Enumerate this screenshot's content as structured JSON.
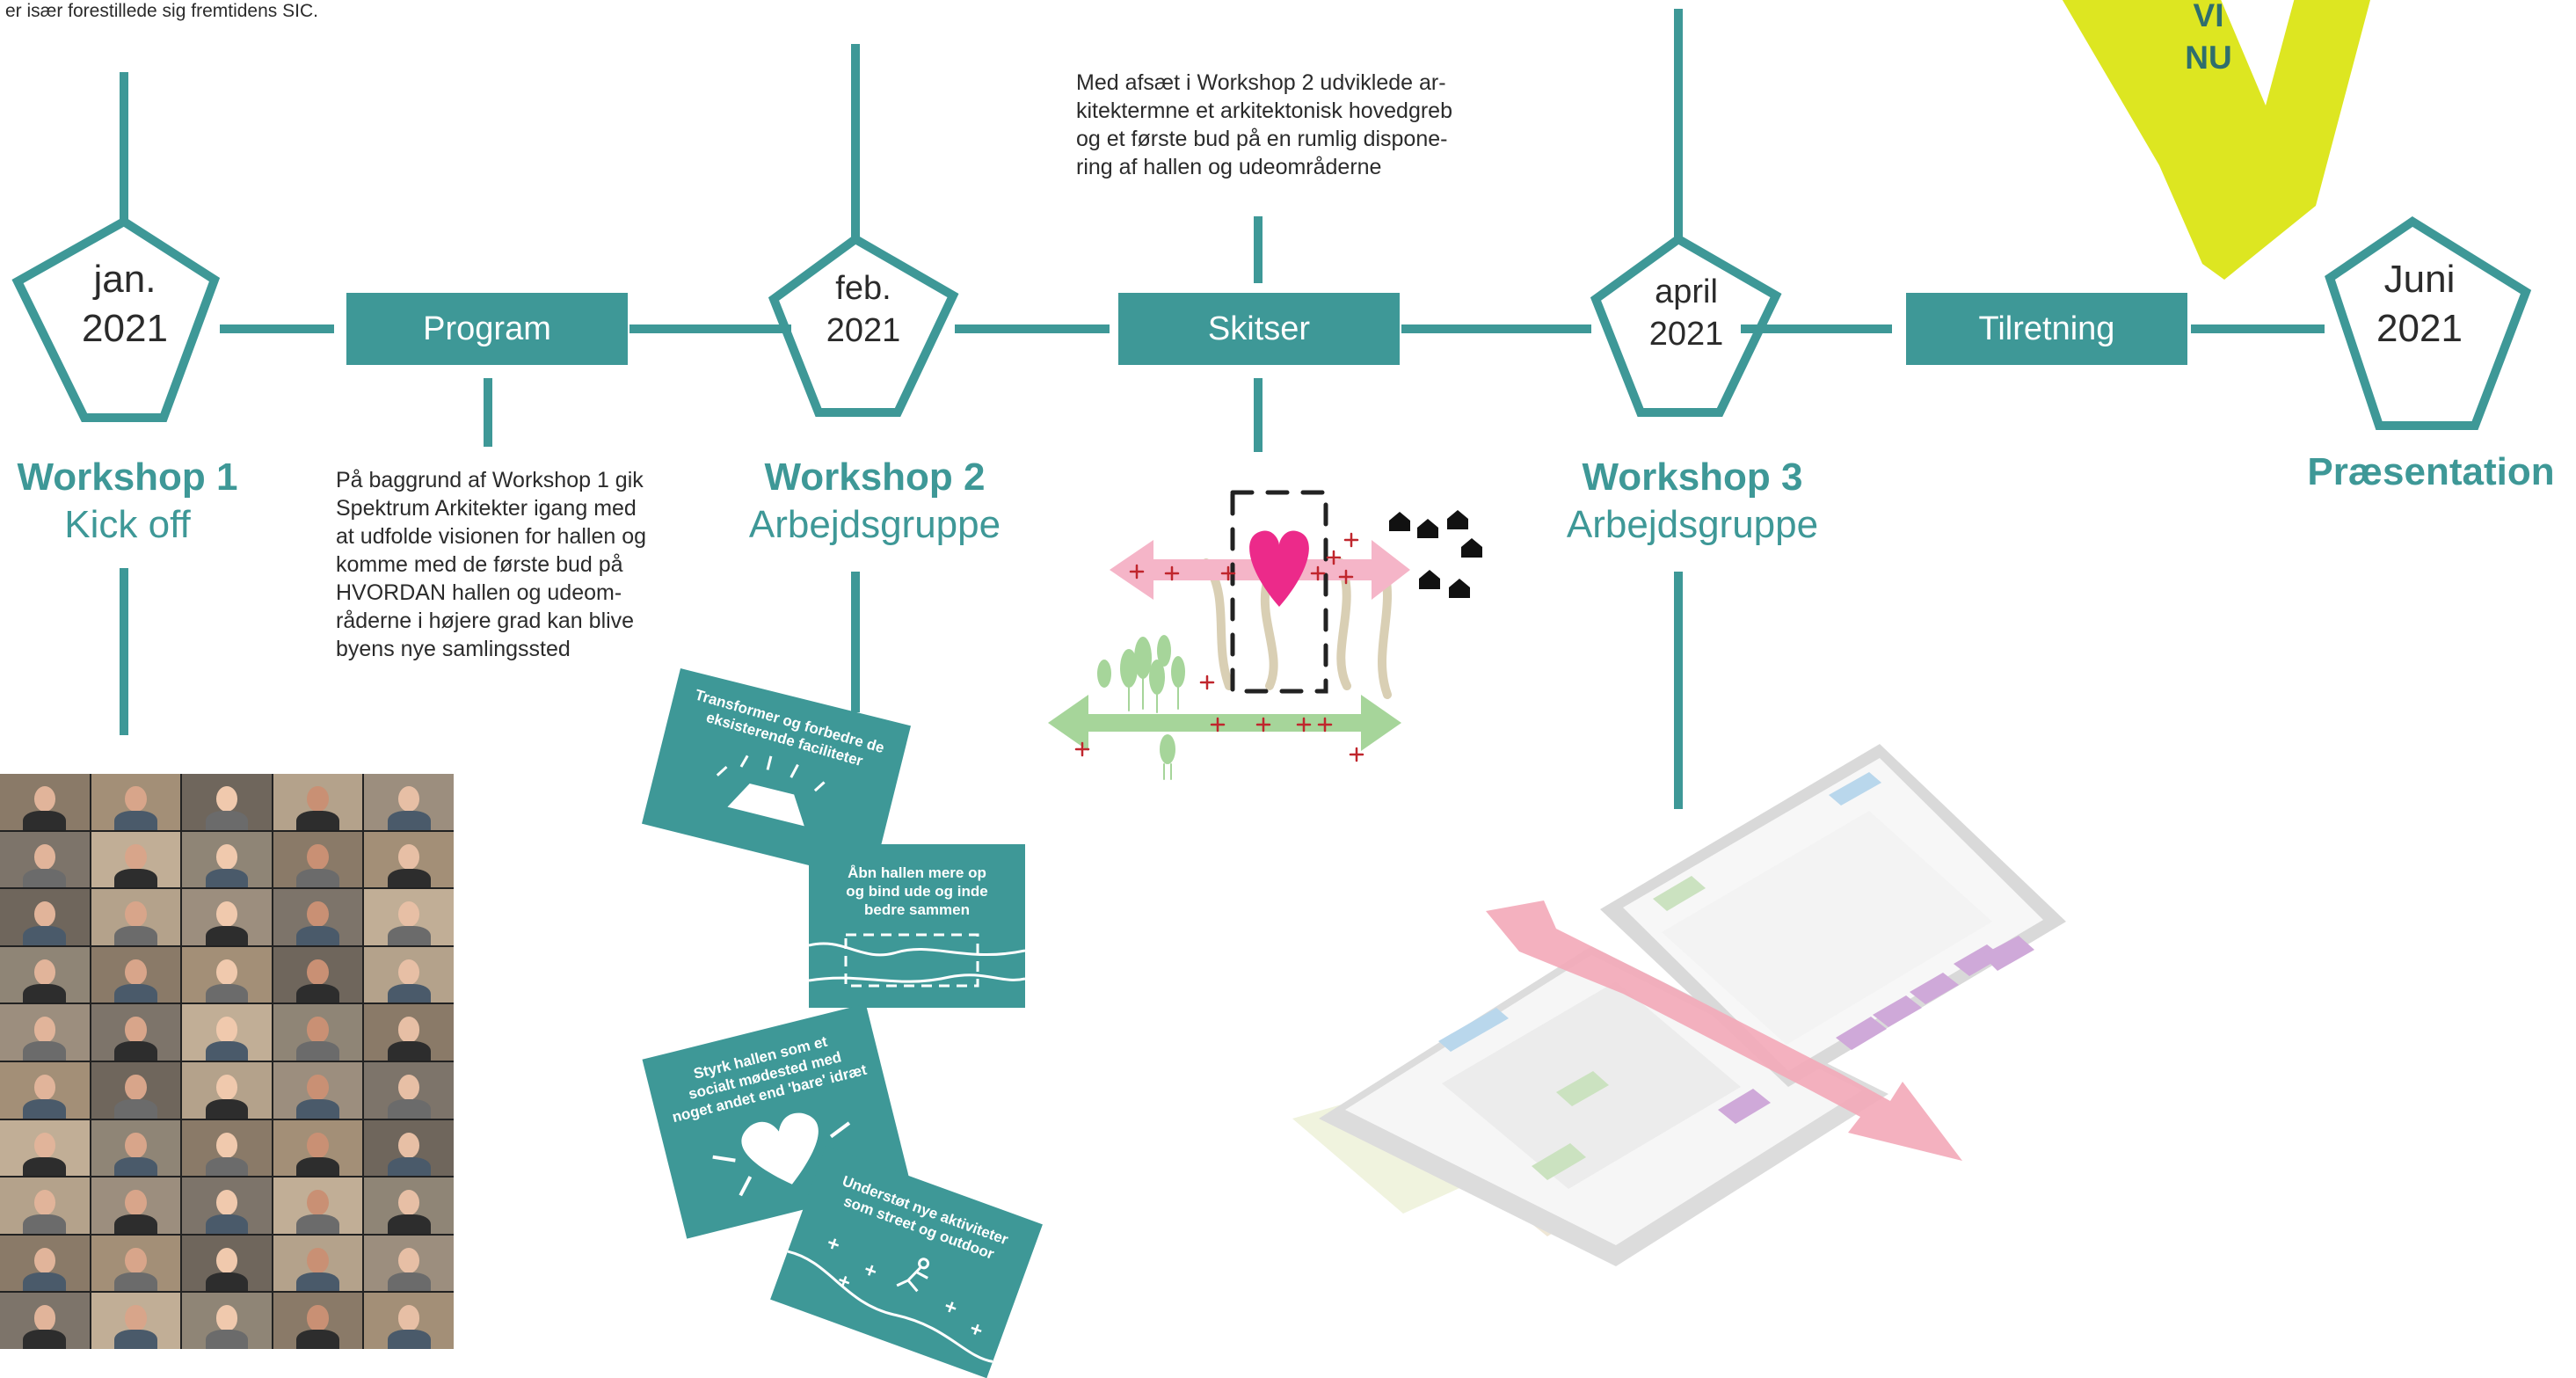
{
  "intro_text": "er især forestillede sig fremtidens SIC.",
  "colors": {
    "teal": "#3e9897",
    "arrow_yellow": "#dde621",
    "heart_pink": "#ec2a8a",
    "arrow_pink": "#f5b5c8",
    "arrow_green": "#a6d59a",
    "plus_red": "#c0262d",
    "black": "#000000"
  },
  "timeline": {
    "milestones": [
      {
        "month": "jan.",
        "year": "2021",
        "title": "Workshop 1",
        "subtitle": "Kick off"
      },
      {
        "month": "feb.",
        "year": "2021",
        "title": "Workshop 2",
        "subtitle": "Arbejdsgruppe"
      },
      {
        "month": "april",
        "year": "2021",
        "title": "Workshop 3",
        "subtitle": "Arbejdsgruppe"
      },
      {
        "month": "Juni",
        "year": "2021",
        "title": "Præsentation",
        "subtitle": ""
      }
    ],
    "phases": [
      {
        "label": "Program"
      },
      {
        "label": "Skitser"
      },
      {
        "label": "Tilretning"
      }
    ],
    "now_marker": [
      "VI",
      "NU"
    ]
  },
  "descriptions": {
    "program": [
      "På baggrund af Workshop 1 gik",
      "Spektrum Arkitekter igang med",
      "at udfolde visionen for hallen og",
      "komme med de første bud på",
      "HVORDAN hallen og udeom-",
      "råderne i højere grad kan blive",
      "byens nye samlingssted"
    ],
    "skitser": [
      "Med afsæt i Workshop 2 udviklede ar-",
      "kitektermne et arkitektonisk hovedgreb",
      "og et første bud på en rumlig dispone-",
      "ring af hallen og udeområderne"
    ]
  },
  "cards": [
    {
      "lines": [
        "Transformer og forbedre de",
        "eksisterende faciliteter"
      ]
    },
    {
      "lines": [
        "Åbn hallen mere op",
        "og bind ude og inde",
        "bedre sammen"
      ]
    },
    {
      "lines": [
        "Styrk hallen som et",
        "socialt mødested med",
        "noget andet end 'bare' idræt"
      ]
    },
    {
      "lines": [
        "Understøt nye aktiviteter",
        "som street og outdoor"
      ]
    }
  ],
  "video_grid": {
    "rows": 10,
    "cols": 5
  },
  "icons": [
    "heart-icon",
    "house-icon",
    "tree-icon",
    "arrow-icon",
    "plus-icon",
    "runner-icon"
  ]
}
